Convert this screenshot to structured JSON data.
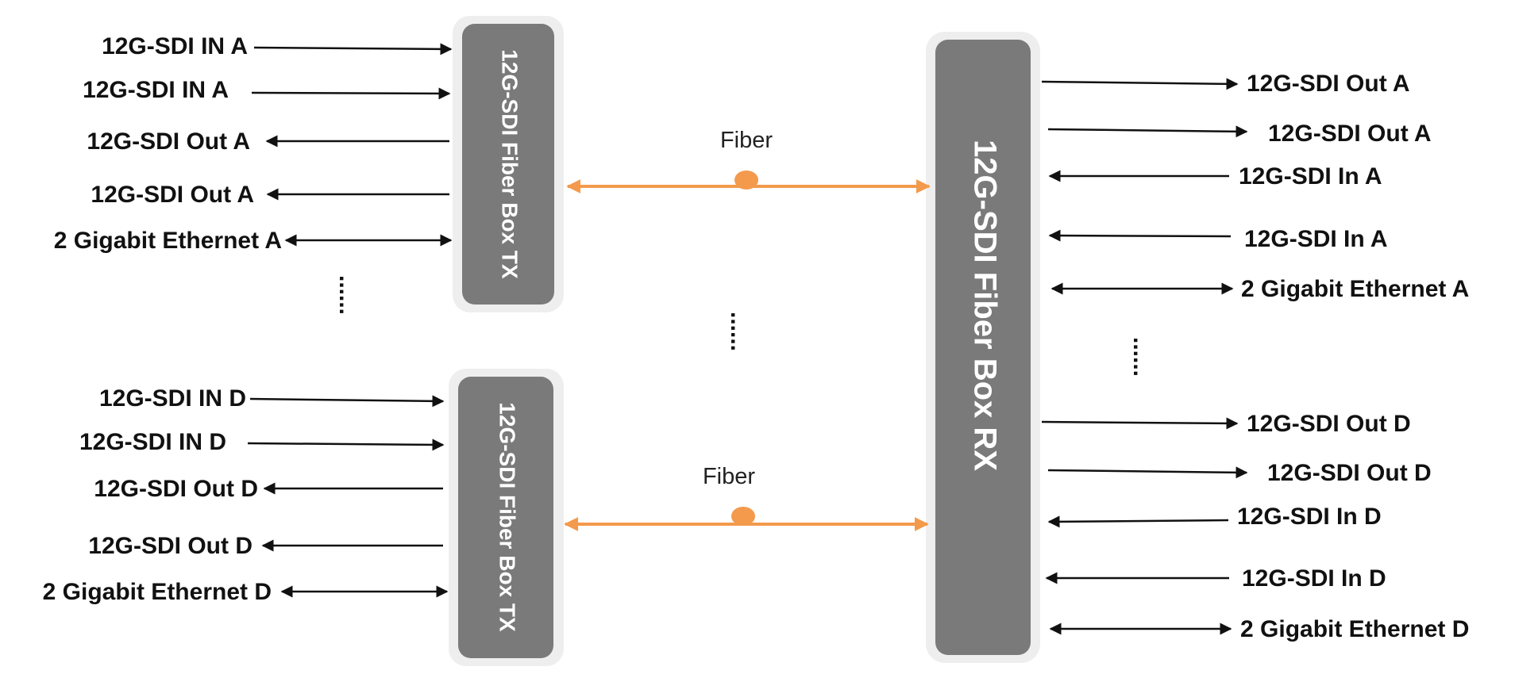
{
  "colors": {
    "box_fill": "#7a7a7a",
    "box_frame": "#eeeeee",
    "fiber": "#f39a4c",
    "arrow": "#111111"
  },
  "boxes": {
    "tx_a": {
      "title": "12G-SDI Fiber Box TX"
    },
    "tx_d": {
      "title": "12G-SDI Fiber Box TX"
    },
    "rx": {
      "title": "12G-SDI Fiber Box RX"
    }
  },
  "links": {
    "fiber_a": {
      "label": "Fiber"
    },
    "fiber_d": {
      "label": "Fiber"
    }
  },
  "ellipsis": "......",
  "tx_a_ports": [
    {
      "label": "12G-SDI IN A",
      "direction": "in"
    },
    {
      "label": "12G-SDI IN A",
      "direction": "in"
    },
    {
      "label": "12G-SDI Out A",
      "direction": "out"
    },
    {
      "label": "12G-SDI Out A",
      "direction": "out"
    },
    {
      "label": "2 Gigabit Ethernet A",
      "direction": "bidirectional"
    }
  ],
  "tx_d_ports": [
    {
      "label": "12G-SDI IN D",
      "direction": "in"
    },
    {
      "label": "12G-SDI IN D",
      "direction": "in"
    },
    {
      "label": "12G-SDI Out D",
      "direction": "out"
    },
    {
      "label": "12G-SDI Out D",
      "direction": "out"
    },
    {
      "label": "2 Gigabit Ethernet D",
      "direction": "bidirectional"
    }
  ],
  "rx_ports": [
    {
      "label": "12G-SDI Out A",
      "direction": "out"
    },
    {
      "label": "12G-SDI Out A",
      "direction": "out"
    },
    {
      "label": "12G-SDI In A",
      "direction": "in"
    },
    {
      "label": "12G-SDI In A",
      "direction": "in"
    },
    {
      "label": "2 Gigabit Ethernet A",
      "direction": "bidirectional"
    },
    {
      "label": "12G-SDI Out D",
      "direction": "out"
    },
    {
      "label": "12G-SDI Out D",
      "direction": "out"
    },
    {
      "label": "12G-SDI In D",
      "direction": "in"
    },
    {
      "label": "12G-SDI In D",
      "direction": "in"
    },
    {
      "label": "2 Gigabit Ethernet D",
      "direction": "bidirectional"
    }
  ]
}
